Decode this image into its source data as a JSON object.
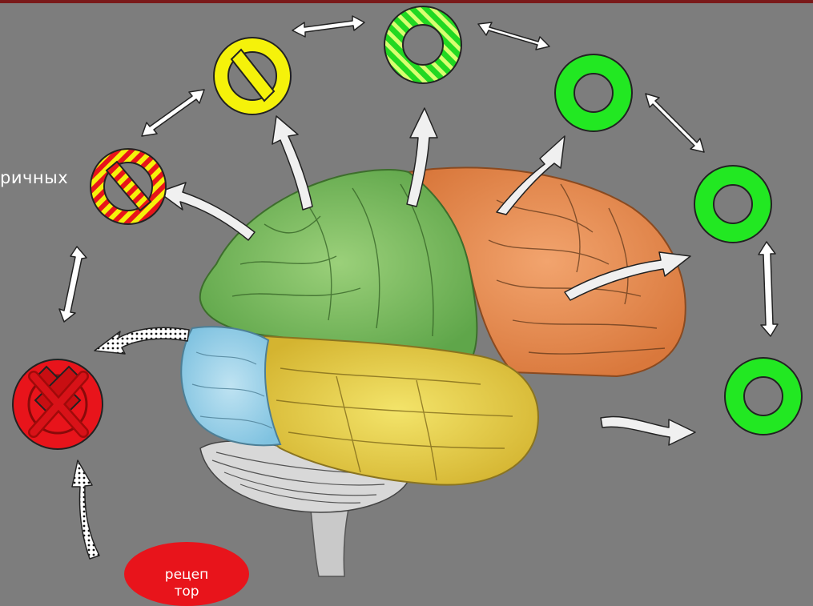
{
  "side_label": "ричных",
  "receptor": {
    "line1": "рецеп",
    "line2": "тор",
    "color": "#e8141b"
  },
  "colors": {
    "background": "#7d7d7d",
    "top_bar": "#7a1a1a",
    "red": "#e8141b",
    "yellow": "#f5f20a",
    "orange": "#f0a010",
    "green": "#22e822",
    "lime": "#9ef54a"
  },
  "markers": [
    {
      "id": "marker-red-crossed",
      "kind": "crossed",
      "fill": "red"
    },
    {
      "id": "marker-orange-striped",
      "kind": "barred-striped",
      "fill": "orange"
    },
    {
      "id": "marker-yellow-barred",
      "kind": "barred",
      "fill": "yellow"
    },
    {
      "id": "marker-green-striped",
      "kind": "ring-striped",
      "fill": "lime"
    },
    {
      "id": "marker-green-1",
      "kind": "ring",
      "fill": "green"
    },
    {
      "id": "marker-green-2",
      "kind": "ring",
      "fill": "green"
    },
    {
      "id": "marker-green-3",
      "kind": "ring",
      "fill": "green"
    }
  ]
}
